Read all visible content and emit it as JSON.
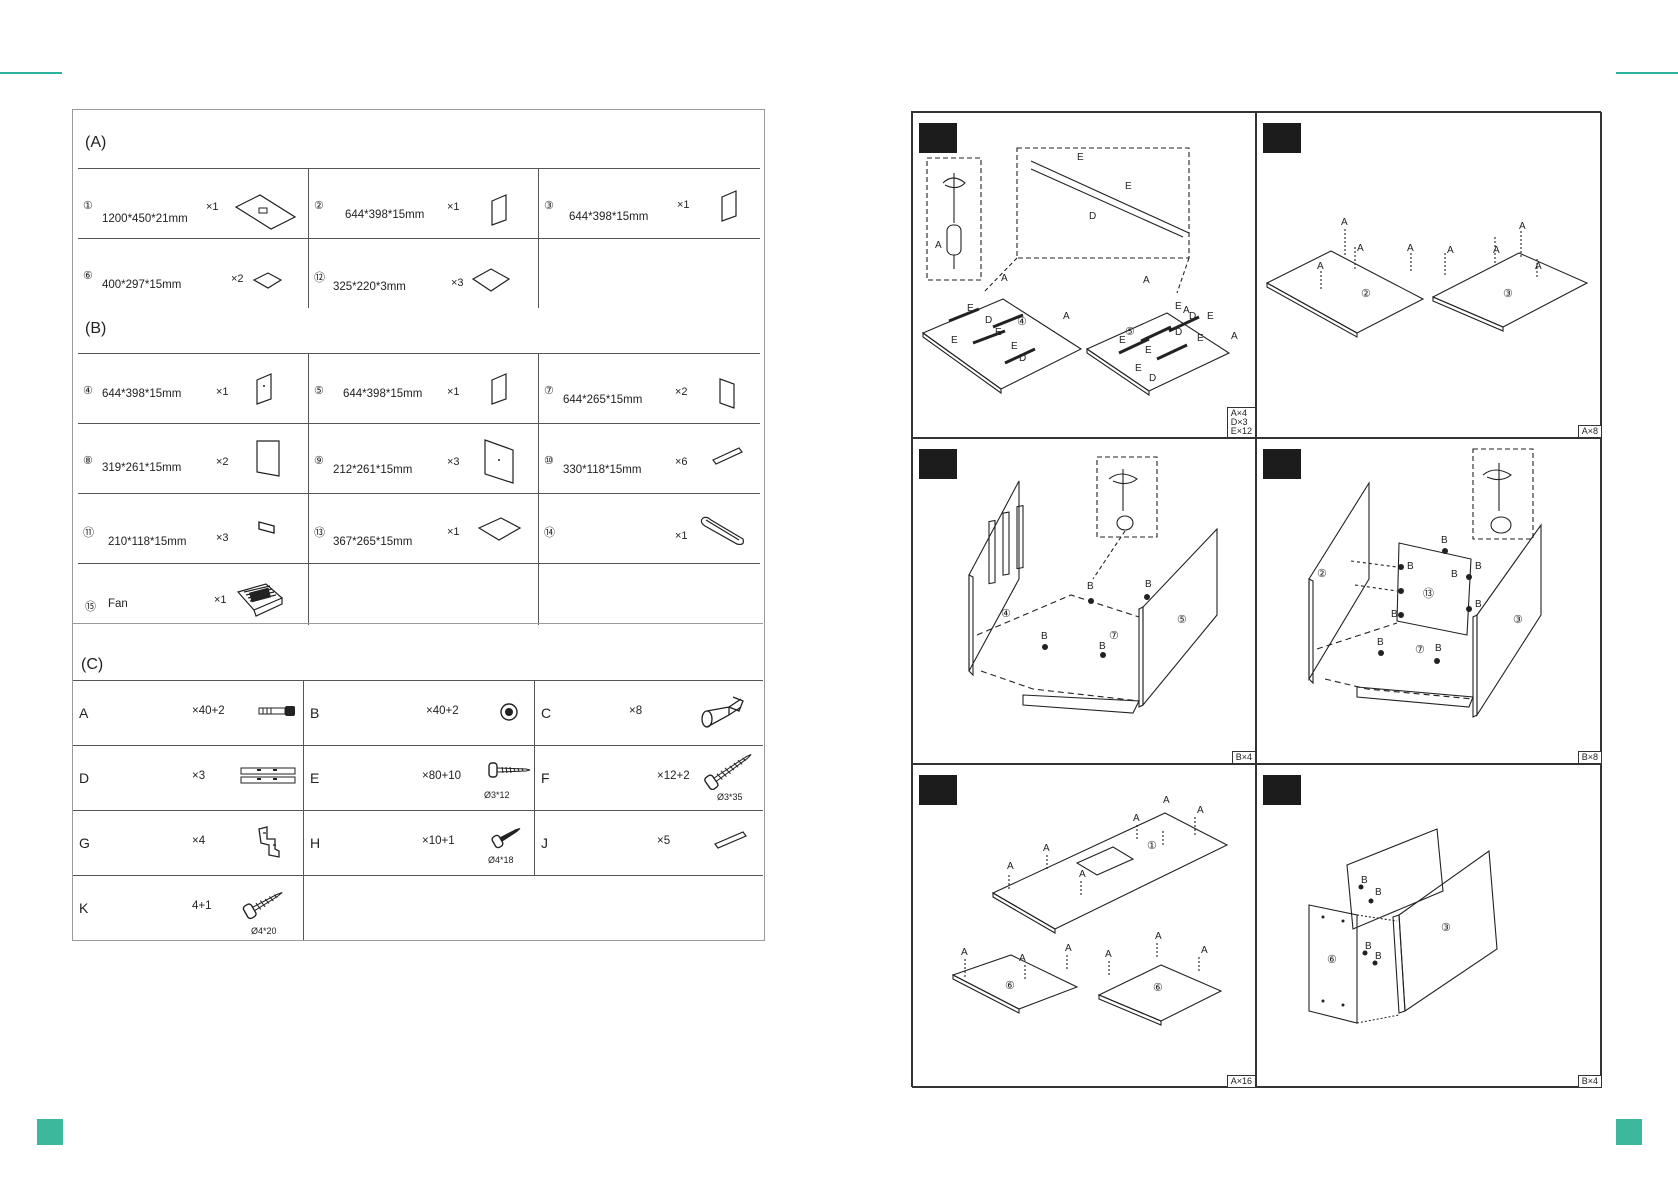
{
  "section_a": {
    "label": "(A)",
    "items": [
      {
        "num": "①",
        "dim": "1200*450*21mm",
        "qty": "×1"
      },
      {
        "num": "②",
        "dim": "644*398*15mm",
        "qty": "×1"
      },
      {
        "num": "③",
        "dim": "644*398*15mm",
        "qty": "×1"
      },
      {
        "num": "⑥",
        "dim": "400*297*15mm",
        "qty": "×2"
      },
      {
        "num": "⑫",
        "dim": "325*220*3mm",
        "qty": "×3"
      }
    ]
  },
  "section_b": {
    "label": "(B)",
    "items": [
      {
        "num": "④",
        "dim": "644*398*15mm",
        "qty": "×1"
      },
      {
        "num": "⑤",
        "dim": "644*398*15mm",
        "qty": "×1"
      },
      {
        "num": "⑦",
        "dim": "644*265*15mm",
        "qty": "×2"
      },
      {
        "num": "⑧",
        "dim": "319*261*15mm",
        "qty": "×2"
      },
      {
        "num": "⑨",
        "dim": "212*261*15mm",
        "qty": "×3"
      },
      {
        "num": "⑩",
        "dim": "330*118*15mm",
        "qty": "×6"
      },
      {
        "num": "⑪",
        "dim": "210*118*15mm",
        "qty": "×3"
      },
      {
        "num": "⑬",
        "dim": "367*265*15mm",
        "qty": "×1"
      },
      {
        "num": "⑭",
        "dim": "",
        "qty": "×1"
      },
      {
        "num": "⑮",
        "dim": "Fan",
        "qty": "×1"
      }
    ]
  },
  "section_c": {
    "label": "(C)",
    "items": [
      {
        "letter": "A",
        "qty": "×40+2",
        "size": ""
      },
      {
        "letter": "B",
        "qty": "×40+2",
        "size": ""
      },
      {
        "letter": "C",
        "qty": "×8",
        "size": ""
      },
      {
        "letter": "D",
        "qty": "×3",
        "size": ""
      },
      {
        "letter": "E",
        "qty": "×80+10",
        "size": "Ø3*12"
      },
      {
        "letter": "F",
        "qty": "×12+2",
        "size": "Ø3*35"
      },
      {
        "letter": "G",
        "qty": "×4",
        "size": ""
      },
      {
        "letter": "H",
        "qty": "×10+1",
        "size": "Ø4*18"
      },
      {
        "letter": "J",
        "qty": "×5",
        "size": ""
      },
      {
        "letter": "K",
        "qty": "4+1",
        "size": "Ø4*20"
      }
    ]
  },
  "steps": [
    {
      "hardware": [
        "A×4",
        "D×3",
        "E×12"
      ],
      "panel_labels": [
        "④",
        "⑤"
      ],
      "part_labels": [
        "A",
        "D",
        "E"
      ]
    },
    {
      "hardware": [
        "A×8"
      ],
      "panel_labels": [
        "②",
        "③"
      ],
      "part_labels": [
        "A"
      ]
    },
    {
      "hardware": [
        "B×4"
      ],
      "panel_labels": [
        "④",
        "⑦",
        "⑤"
      ],
      "part_labels": [
        "B"
      ]
    },
    {
      "hardware": [
        "B×8"
      ],
      "panel_labels": [
        "②",
        "⑬",
        "⑦",
        "③"
      ],
      "part_labels": [
        "B"
      ]
    },
    {
      "hardware": [
        "A×16"
      ],
      "panel_labels": [
        "①",
        "⑥",
        "⑥"
      ],
      "part_labels": [
        "A"
      ]
    },
    {
      "hardware": [
        "B×4"
      ],
      "panel_labels": [
        "⑥",
        "③"
      ],
      "part_labels": [
        "B"
      ]
    }
  ],
  "colors": {
    "accent": "#2bb3a0",
    "accent_square": "#3cb89d",
    "badge": "#1c1c1c"
  }
}
